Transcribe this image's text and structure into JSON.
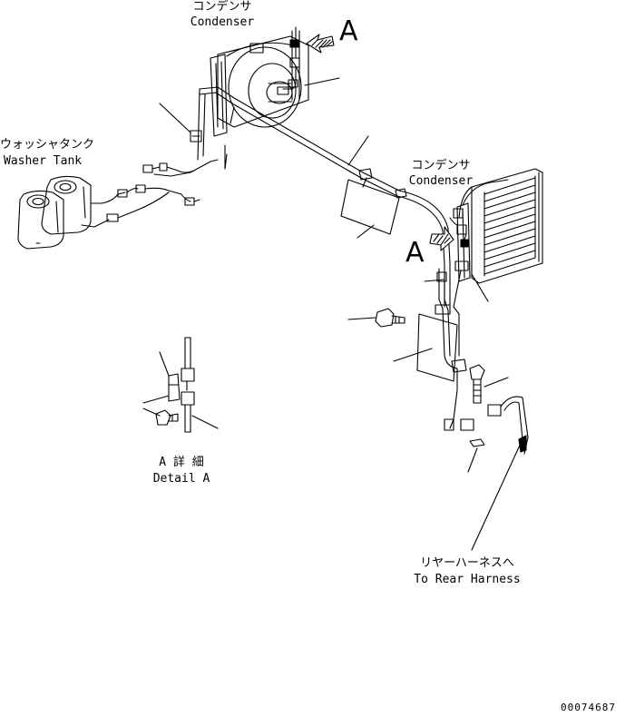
{
  "labels": {
    "condenser_top_ja": "コンデンサ",
    "condenser_top_en": "Condenser",
    "condenser_right_ja": "コンデンサ",
    "condenser_right_en": "Condenser",
    "washer_ja": "ウォッシャタンク",
    "washer_en": "Washer Tank",
    "detail_ja": "A 詳 細",
    "detail_en": "Detail A",
    "harness_ja": "リヤーハーネスへ",
    "harness_en": "To Rear Harness",
    "marker_a_top": "A",
    "marker_a_right": "A",
    "drawing_code": "00074687"
  }
}
